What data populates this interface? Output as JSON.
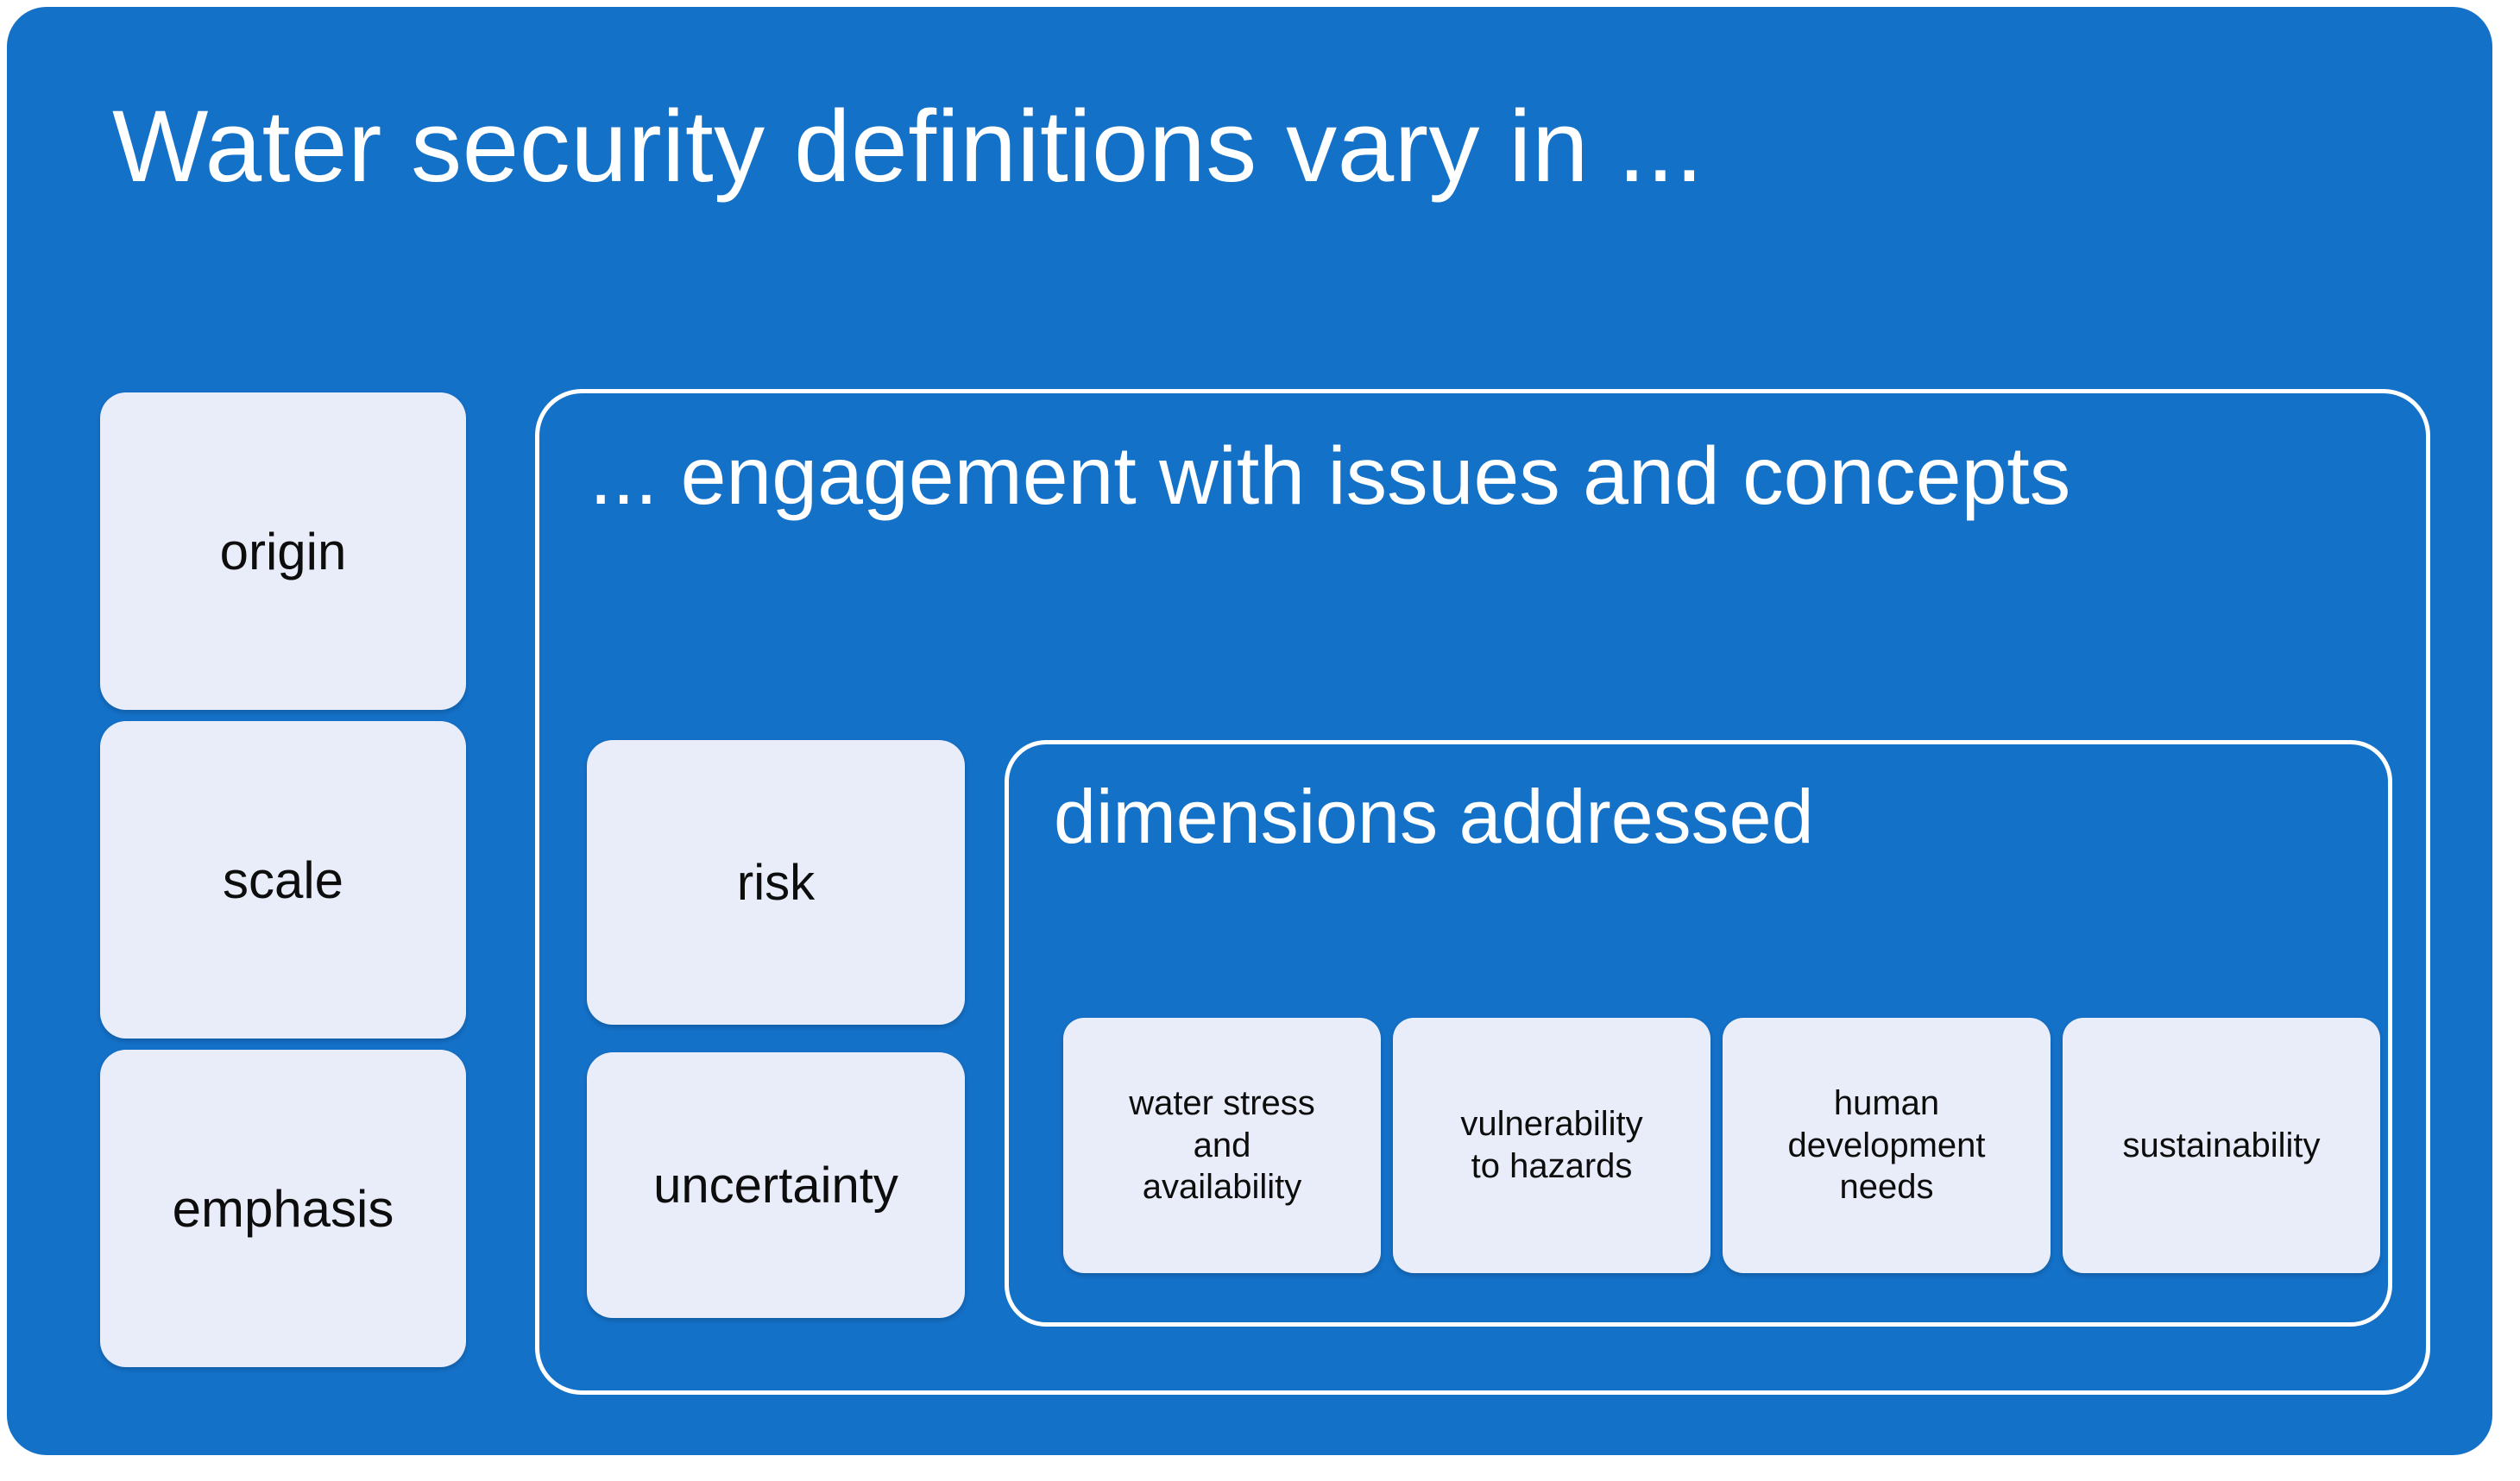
{
  "colors": {
    "panel_blue": "#1471C8",
    "chip_fill": "#E9EDF9",
    "outline_white": "#FFFFFF",
    "chip_text": "#0D0D0D"
  },
  "card": {
    "title": "Water security definitions vary in ..."
  },
  "aspects": {
    "items": [
      {
        "label": "origin"
      },
      {
        "label": "scale"
      },
      {
        "label": "emphasis"
      }
    ]
  },
  "engagement": {
    "title": "... engagement with issues and concepts",
    "concepts": [
      {
        "label": "risk"
      },
      {
        "label": "uncertainty"
      }
    ]
  },
  "dimensions": {
    "title": "dimensions addressed",
    "items": [
      {
        "label": "water stress\nand\navailability"
      },
      {
        "label": "vulnerability\nto hazards"
      },
      {
        "label": "human\ndevelopment\nneeds"
      },
      {
        "label": "sustainability"
      }
    ]
  }
}
